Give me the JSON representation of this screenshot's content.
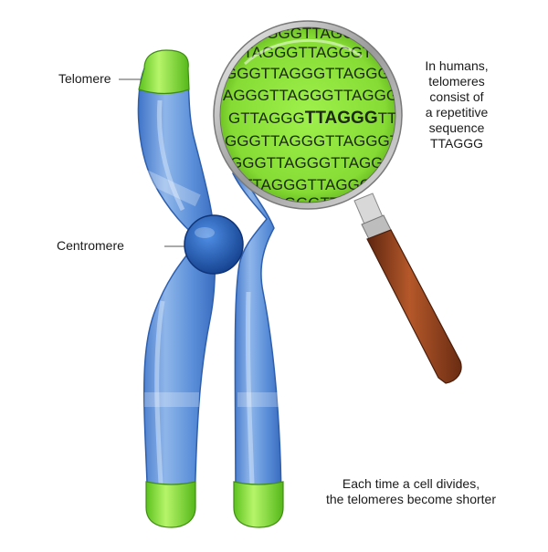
{
  "labels": {
    "telomere": "Telomere",
    "centromere": "Centromere"
  },
  "note_sequence": [
    "In humans,",
    "telomeres",
    "consist of",
    "a repetitive",
    "sequence",
    "TTAGGG"
  ],
  "note_division": [
    "Each time a cell divides,",
    "the telomeres become shorter"
  ],
  "magnifier": {
    "lines": [
      "AGGGTTAGGGT",
      "TTAGGGTTAGGGT",
      "GGGTTAGGGTTAGGGT",
      "AGGGTTAGGGTTAGGGT",
      "GGGTTAGGGTTAGGGTT",
      "GGGTTAGGGTTAGGGT",
      "TTAGGGTTAGGGTTAG",
      "TTAGGGTTAGGGT",
      "AGGGTTAGG"
    ],
    "highlight_prefix": "GTTAGGG",
    "highlight": "TTAGGG",
    "highlight_suffix": "TTAG"
  },
  "colors": {
    "chromatid_blue": "#5b8fd9",
    "chromatid_light": "#9dc0ee",
    "telomere_green": "#7ae03a",
    "centromere": "#1f5fb8",
    "lens_green": "#8ee23a",
    "handle_brown": "#8b3e1e"
  }
}
